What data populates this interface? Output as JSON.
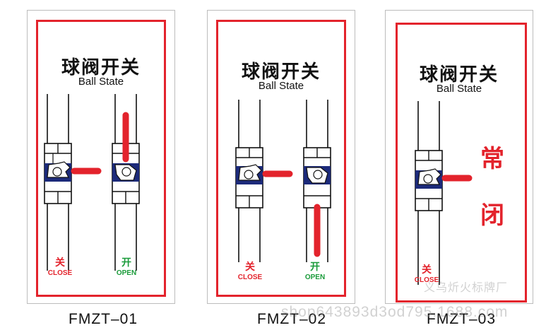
{
  "colors": {
    "frame": "#e3232c",
    "handle": "#e3232c",
    "open_text": "#1a9b3a",
    "close_text": "#e3232c",
    "valve_dark": "#1c2a7a"
  },
  "cards": [
    {
      "title": "球阀开关",
      "subtitle": "Ball State",
      "code": "FMZT–01",
      "labels": [
        {
          "cn": "关",
          "en": "CLOSE",
          "tone": "red"
        },
        {
          "cn": "开",
          "en": "OPEN",
          "tone": "green"
        }
      ],
      "valves": [
        "closed-handle-right",
        "open-handle-up"
      ]
    },
    {
      "title": "球阀开关",
      "subtitle": "Ball State",
      "code": "FMZT–02",
      "labels": [
        {
          "cn": "关",
          "en": "CLOSE",
          "tone": "red"
        },
        {
          "cn": "开",
          "en": "OPEN",
          "tone": "green"
        }
      ],
      "valves": [
        "closed-handle-right",
        "open-handle-down"
      ]
    },
    {
      "title": "球阀开关",
      "subtitle": "Ball State",
      "code": "FMZT–03",
      "state_vertical": [
        "常",
        "闭"
      ],
      "labels": [
        {
          "cn": "关",
          "en": "CLOSE",
          "tone": "red"
        }
      ],
      "valves": [
        "closed-handle-right"
      ]
    }
  ],
  "watermark": {
    "line1": "义乌炘火标牌厂",
    "line2": "shop643893d3od795.1688.com"
  }
}
